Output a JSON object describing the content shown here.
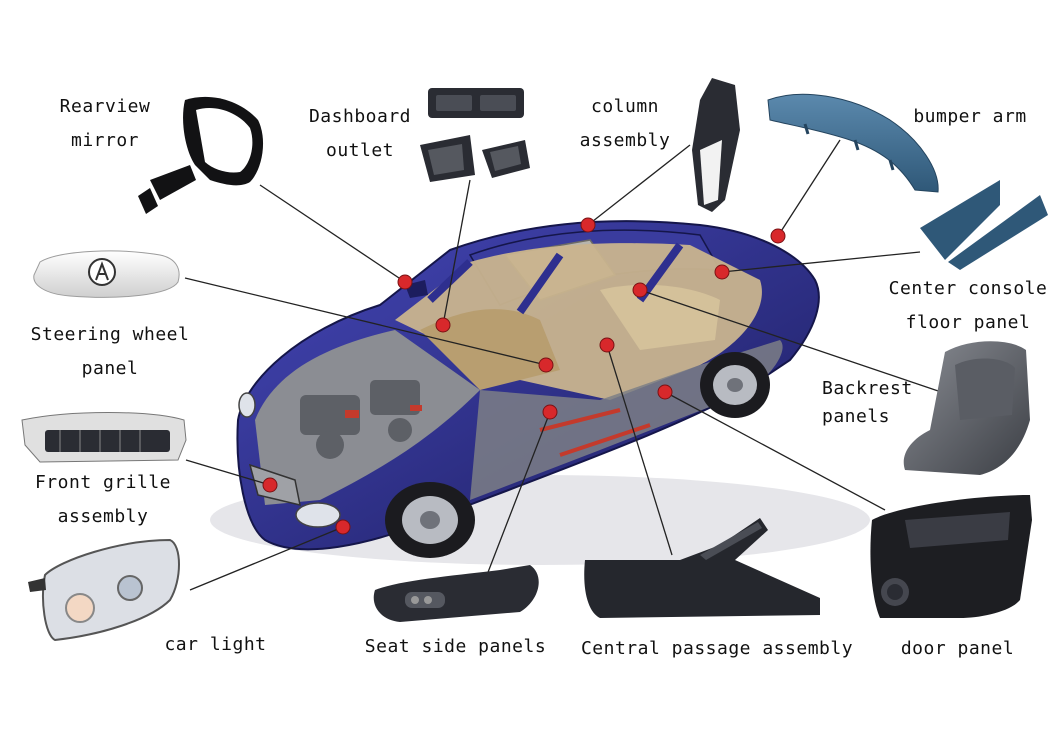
{
  "labels": {
    "rearview_mirror": [
      "Rearview",
      "mirror"
    ],
    "dashboard_outlet": [
      "Dashboard",
      "outlet"
    ],
    "column_assembly": [
      "column",
      "assembly"
    ],
    "bumper_arm": [
      "bumper arm"
    ],
    "steering_wheel_panel": [
      "Steering wheel",
      "panel"
    ],
    "center_console_floor_panel": [
      "Center console",
      "floor panel"
    ],
    "backrest_panels": [
      "Backrest",
      "panels"
    ],
    "front_grille_assembly": [
      "Front grille",
      "assembly"
    ],
    "car_light": [
      "car light"
    ],
    "seat_side_panels": [
      "Seat side panels"
    ],
    "central_passage_assembly": [
      "Central passage assembly"
    ],
    "door_panel": [
      "door panel"
    ]
  },
  "colors": {
    "car_body": "#2e2f8f",
    "car_body_dark": "#1c1d5e",
    "interior": "#c9b48e",
    "marker": "#d8282b",
    "part_dark": "#2a2c33",
    "part_blue": "#3f6f93",
    "part_light": "#e9e9e9",
    "leader_line": "#222222"
  },
  "icons": {
    "car": "car-cutaway-illustration",
    "mirror": "rearview-mirror-icon",
    "vents": "dashboard-vent-icon",
    "column": "steering-column-icon",
    "bumper": "bumper-arm-icon",
    "steering": "steering-wheel-cover-icon",
    "console": "console-floor-panel-icon",
    "backrest": "backrest-panel-icon",
    "grille": "front-grille-icon",
    "headlight": "headlight-icon",
    "seat": "seat-side-panel-icon",
    "passage": "central-passage-icon",
    "door": "door-panel-icon"
  }
}
